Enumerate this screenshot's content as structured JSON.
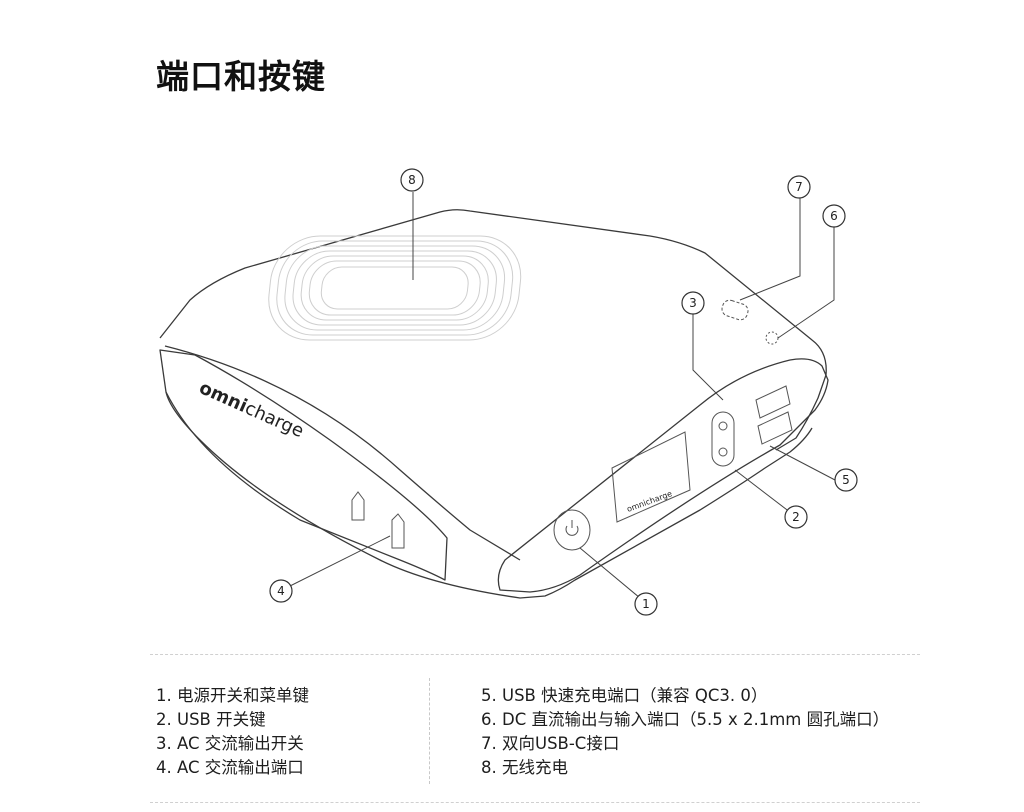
{
  "page": {
    "title": "端口和按键"
  },
  "device": {
    "brand_bold": "omni",
    "brand_light": "charge",
    "screen_brand": "omnicharge"
  },
  "callouts": [
    "1",
    "2",
    "3",
    "4",
    "5",
    "6",
    "7",
    "8"
  ],
  "legend": {
    "left": [
      "1. 电源开关和菜单键",
      "2. USB 开关键",
      "3. AC 交流输出开关",
      "4. AC 交流输出端口"
    ],
    "right": [
      "5. USB 快速充电端口（兼容 QC3. 0）",
      "6. DC 直流输出与输入端口（5.5 x 2.1mm 圆孔端口）",
      "7. 双向USB-C接口",
      "8. 无线充电"
    ]
  }
}
